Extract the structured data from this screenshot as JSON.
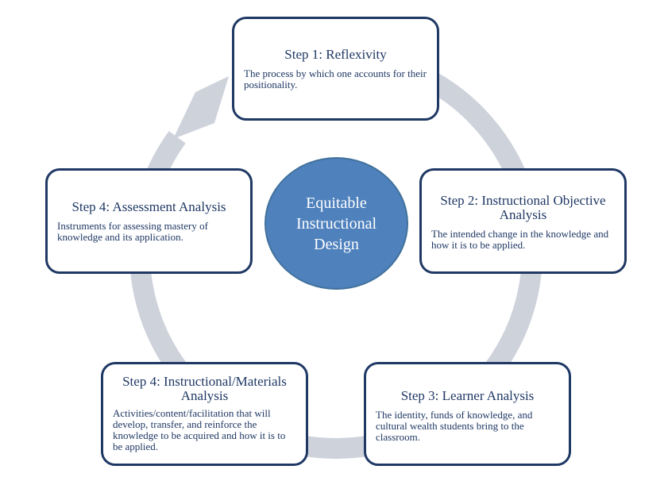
{
  "colors": {
    "ring": "#ced2db",
    "box_border": "#1f3864",
    "text": "#1f3864",
    "center_fill": "#4f81bd",
    "center_border": "#41719c",
    "center_text": "#ffffff"
  },
  "center": {
    "label": "Equitable\nInstructional\nDesign"
  },
  "steps": [
    {
      "title": "Step 1: Reflexivity",
      "description": "The process by which one accounts for their positionality."
    },
    {
      "title": "Step 2: Instructional Objective Analysis",
      "description": "The intended change in the knowledge and how it is to be applied."
    },
    {
      "title": "Step 3: Learner Analysis",
      "description": "The identity, funds of knowledge, and cultural wealth students bring to the classroom."
    },
    {
      "title": "Step 4: Instructional/Materials Analysis",
      "description": "Activities/content/facilitation that will develop, transfer, and reinforce the knowledge to be acquired and how it is to be applied."
    },
    {
      "title": "Step 4: Assessment Analysis",
      "description": "Instruments for assessing mastery of knowledge and its application."
    }
  ]
}
